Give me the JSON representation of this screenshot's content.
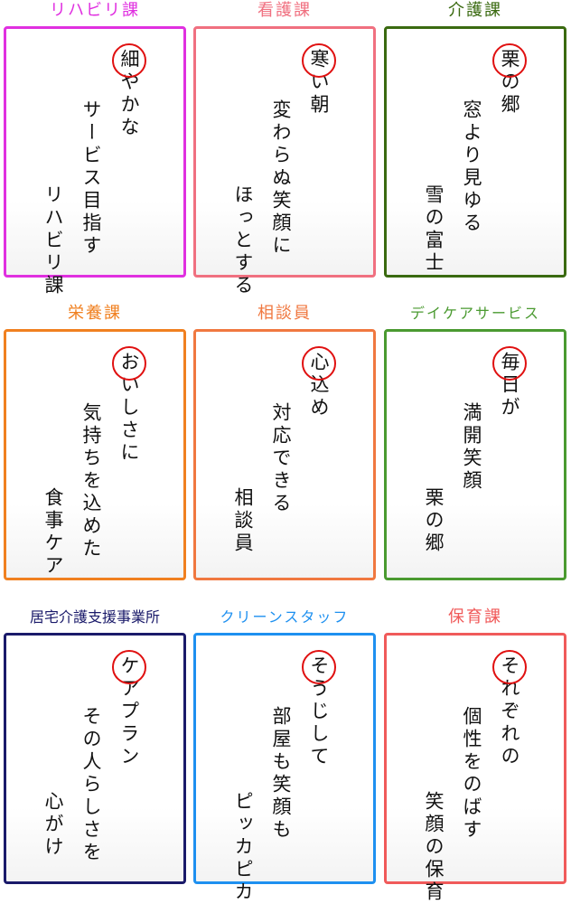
{
  "cards": [
    {
      "title": "リハビリ課",
      "color": "#e030e0",
      "first": "細",
      "line1": "やかな",
      "line2": "サービス目指す",
      "line3": "リハビリ課"
    },
    {
      "title": "看護課",
      "color": "#f07080",
      "first": "寒",
      "line1": "い朝",
      "line2": "変わらぬ笑顔に",
      "line3": "ほっとする"
    },
    {
      "title": "介護課",
      "color": "#3a6a10",
      "first": "栗",
      "line1": "の郷",
      "line2": "窓より見ゆる",
      "line3": "雪の富士"
    },
    {
      "title": "栄養課",
      "color": "#f08020",
      "first": "お",
      "line1": "いしさに",
      "line2": "気持ちを込めた",
      "line3": "食事ケア"
    },
    {
      "title": "相談員",
      "color": "#f07840",
      "first": "心",
      "line1": "込め",
      "line2": "対応できる",
      "line3": "相談員"
    },
    {
      "title": "デイケアサービス",
      "color": "#4a9a30",
      "first": "毎",
      "line1": "日が",
      "line2": "満開笑顔",
      "line3": "栗の郷"
    },
    {
      "title": "居宅介護支援事業所",
      "color": "#1a1a6a",
      "first": "ケ",
      "line1": "アプラン",
      "line2": "その人らしさを",
      "line3": "心がけ"
    },
    {
      "title": "クリーンスタッフ",
      "color": "#1e90f0",
      "first": "そ",
      "line1": "うじして",
      "line2": "部屋も笑顔も",
      "line3": "ピッカピカ"
    },
    {
      "title": "保育課",
      "color": "#f05a5a",
      "first": "そ",
      "line1": "れぞれの",
      "line2": "個性をのばす",
      "line3": "笑顔の保育"
    }
  ]
}
